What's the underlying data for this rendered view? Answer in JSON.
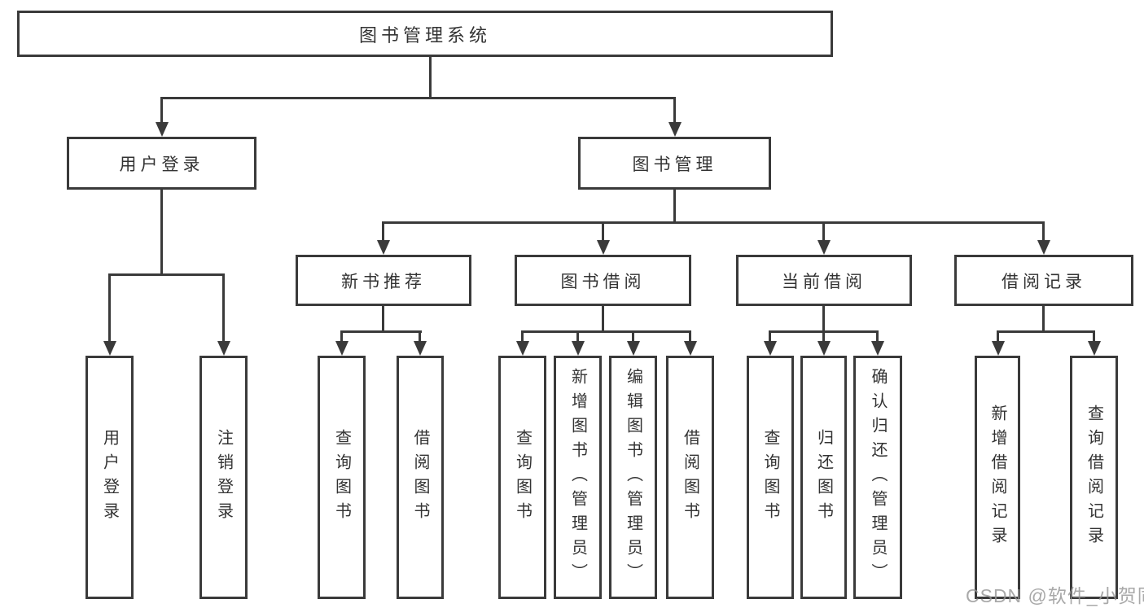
{
  "tree": {
    "root": {
      "label": "图书管理系统"
    },
    "level2": [
      {
        "label": "用户登录"
      },
      {
        "label": "图书管理"
      }
    ],
    "level3": [
      {
        "label": "新书推荐",
        "parent": "图书管理"
      },
      {
        "label": "图书借阅",
        "parent": "图书管理"
      },
      {
        "label": "当前借阅",
        "parent": "图书管理"
      },
      {
        "label": "借阅记录",
        "parent": "图书管理"
      }
    ],
    "leaves": [
      {
        "label": "用户登录",
        "parent": "用户登录"
      },
      {
        "label": "注销登录",
        "parent": "用户登录"
      },
      {
        "label": "查询图书",
        "parent": "新书推荐"
      },
      {
        "label": "借阅图书",
        "parent": "新书推荐"
      },
      {
        "label": "查询图书",
        "parent": "图书借阅"
      },
      {
        "label": "新增图书（管理员）",
        "parent": "图书借阅"
      },
      {
        "label": "编辑图书（管理员）",
        "parent": "图书借阅"
      },
      {
        "label": "借阅图书",
        "parent": "图书借阅"
      },
      {
        "label": "查询图书",
        "parent": "当前借阅"
      },
      {
        "label": "归还图书",
        "parent": "当前借阅"
      },
      {
        "label": "确认归还（管理员）",
        "parent": "当前借阅"
      },
      {
        "label": "新增借阅记录",
        "parent": "借阅记录"
      },
      {
        "label": "查询借阅记录",
        "parent": "借阅记录"
      }
    ]
  },
  "watermark": "CSDN @软件_小贺同学",
  "colors": {
    "line": "#3a3a3a",
    "text": "#333333",
    "box_fill": "#ffffff",
    "watermark": "#969696"
  }
}
